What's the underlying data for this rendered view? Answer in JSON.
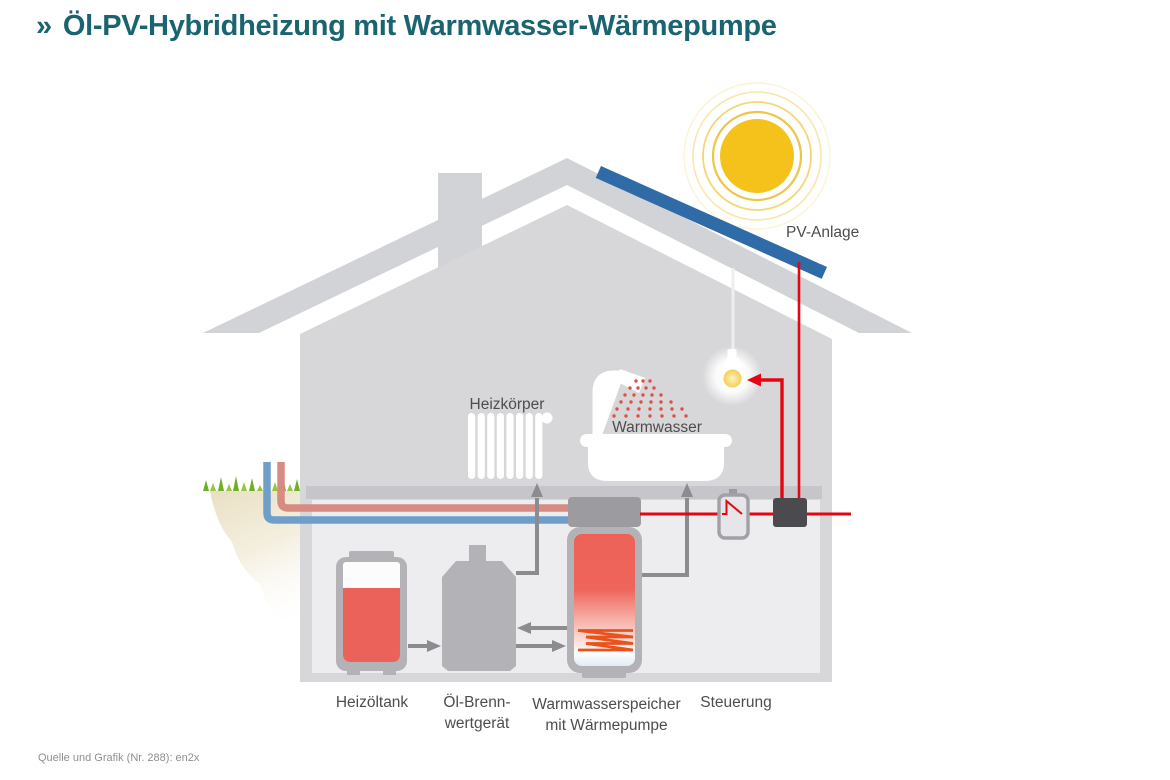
{
  "title": {
    "marker": "»",
    "text": "Öl-PV-Hybridheizung mit Warmwasser-Wärmepumpe"
  },
  "footer": {
    "source": "Quelle und Grafik (Nr. 288): en2x"
  },
  "diagram": {
    "pv_panel": {
      "label": "PV-Anlage"
    },
    "radiator": {
      "label": "Heizkörper"
    },
    "shower": {
      "label": "Warmwasser"
    },
    "oil_tank": {
      "label": "Heizöltank"
    },
    "boiler": {
      "label_line1": "Öl-Brenn-",
      "label_line2": "wertgerät"
    },
    "storage": {
      "label_line1": "Warmwasserspeicher",
      "label_line2": "mit Wärmepumpe"
    },
    "control": {
      "label": "Steuerung"
    },
    "colors": {
      "title_teal": "#1a6470",
      "label_gray": "#4d4d4d",
      "electric_red": "#e30613",
      "pv_blue": "#2f6ba6",
      "sun_yellow": "#f5c21b",
      "roof_gray": "#d2d3d7",
      "house_gray": "#d7d7da",
      "basement_light": "#ededf0",
      "floor_slab": "#c6c6ca",
      "equipment_gray": "#b3b3b7",
      "heat_pump_gray": "#9b9ba0",
      "control_dark": "#4b4b4f",
      "oil_red": "#eb625b",
      "storage_red": "#ee6158",
      "coil_orange": "#e8521c",
      "pipe_warm": "#d68c82",
      "pipe_cold": "#6f9fc8",
      "grass_green": "#6fae27",
      "arrow_gray": "#8b8b90"
    }
  }
}
